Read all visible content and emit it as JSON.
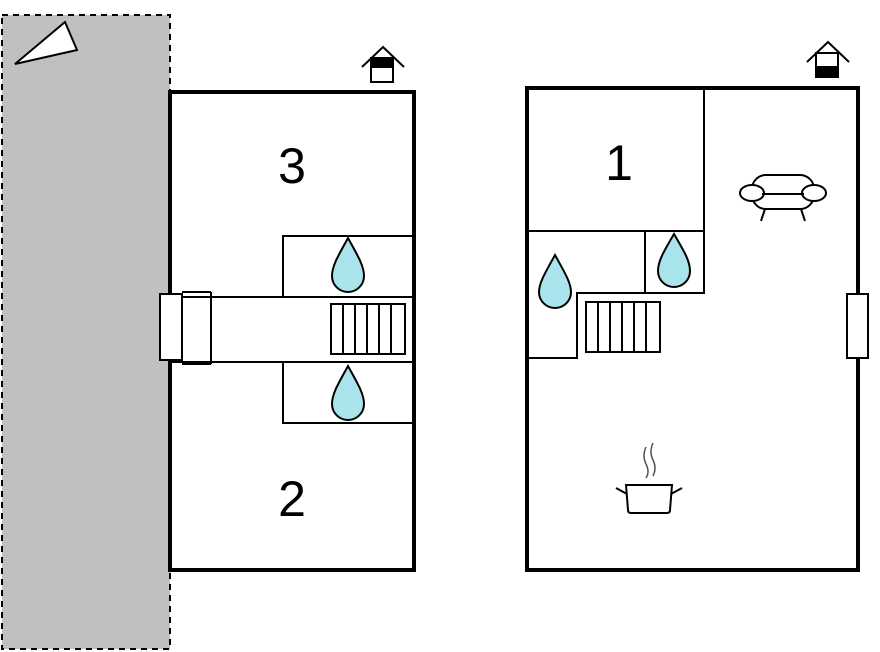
{
  "floor_plan": {
    "rooms": [
      {
        "number": "3",
        "floor": "upper"
      },
      {
        "number": "2",
        "floor": "upper"
      },
      {
        "number": "1",
        "floor": "ground"
      }
    ],
    "icons": [
      "compass-arrow-icon",
      "floor-indicator-upper-icon",
      "floor-indicator-ground-icon",
      "water-drop-icon",
      "stairs-icon",
      "sofa-icon",
      "cooking-pot-icon",
      "door-icon"
    ],
    "colors": {
      "terrace": "#c0c0c0",
      "water_drop": "#a9e3ec",
      "walls": "#000000",
      "background": "#ffffff"
    }
  }
}
